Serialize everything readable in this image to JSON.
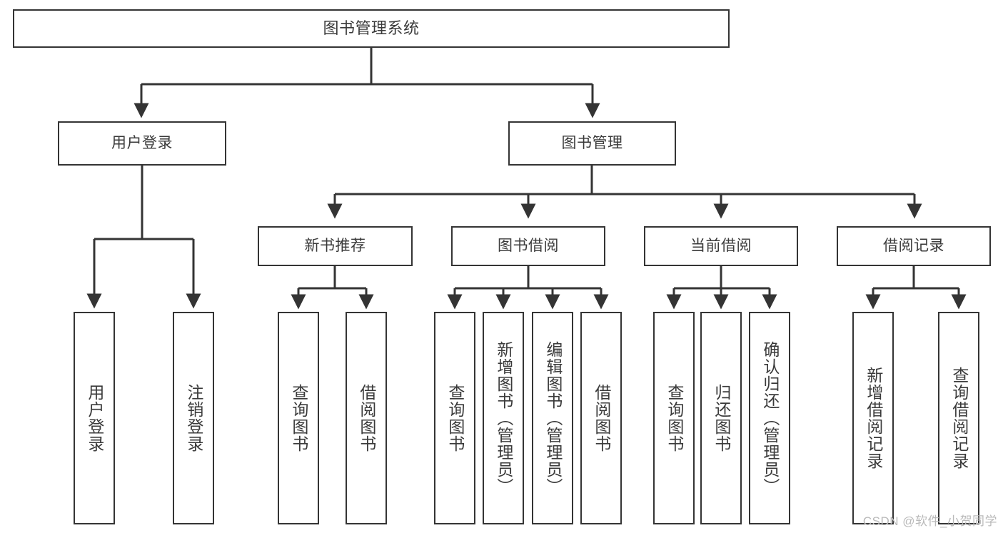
{
  "diagram": {
    "title": "图书管理系统",
    "type": "tree",
    "colors": {
      "node_border": "#343434",
      "node_fill": "#ffffff",
      "edge": "#343434",
      "text": "#3a3a3a",
      "watermark": "#b9b9b9",
      "background": "#ffffff"
    },
    "root": {
      "label": "图书管理系统"
    },
    "level2": [
      {
        "label": "用户登录"
      },
      {
        "label": "图书管理"
      }
    ],
    "level3": [
      {
        "label": "新书推荐"
      },
      {
        "label": "图书借阅"
      },
      {
        "label": "当前借阅"
      },
      {
        "label": "借阅记录"
      }
    ],
    "leaves": {
      "user_login": [
        {
          "label": "用户登录"
        },
        {
          "label": "注销登录"
        }
      ],
      "new_book_recommend": [
        {
          "label": "查询图书"
        },
        {
          "label": "借阅图书"
        }
      ],
      "book_borrow": [
        {
          "label": "查询图书"
        },
        {
          "label": "新增图书（管理员）"
        },
        {
          "label": "编辑图书（管理员）"
        },
        {
          "label": "借阅图书"
        }
      ],
      "current_borrow": [
        {
          "label": "查询图书"
        },
        {
          "label": "归还图书"
        },
        {
          "label": "确认归还（管理员）"
        }
      ],
      "borrow_record": [
        {
          "label": "新增借阅记录"
        },
        {
          "label": "查询借阅记录"
        }
      ]
    },
    "watermark": "CSDN @软件_小贺同学"
  }
}
